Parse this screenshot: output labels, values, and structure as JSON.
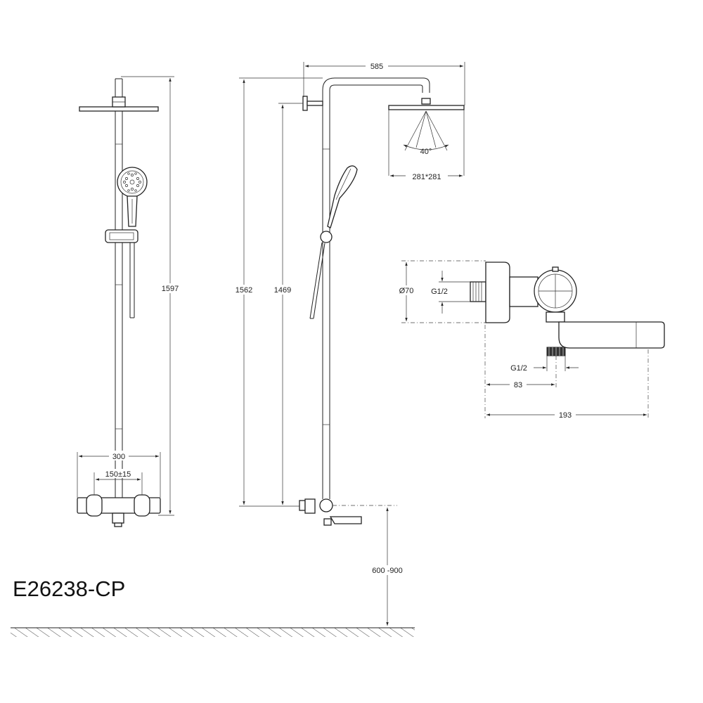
{
  "model_number": "E26238-CP",
  "front_view": {
    "height_total": "1597",
    "width_mixer": "300",
    "inlet_spacing": "150±15"
  },
  "side_view": {
    "arm_length": "585",
    "height_overall": "1562",
    "height_to_arm": "1469",
    "spray_angle": "40°",
    "head_size": "281*281",
    "mount_height": "600 -900"
  },
  "mixer_detail": {
    "eccentric_diameter": "Ø70",
    "inlet_thread": "G1/2",
    "outlet_thread": "G1/2",
    "outlet_distance": "83",
    "spout_projection": "193"
  }
}
